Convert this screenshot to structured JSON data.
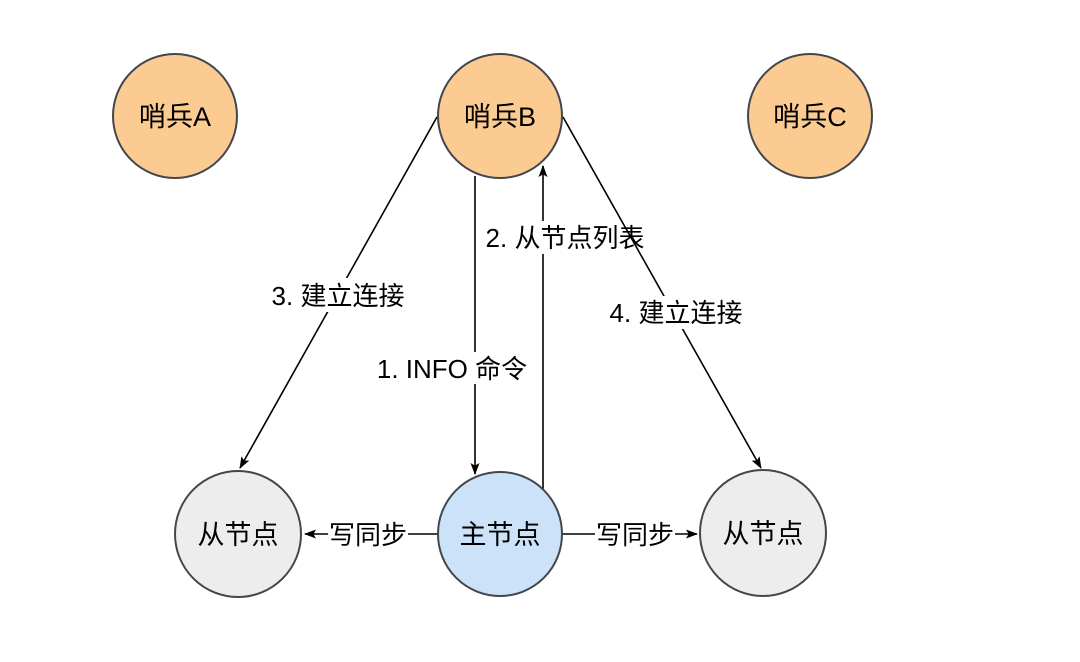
{
  "diagram": {
    "nodes": {
      "sentinel_a": {
        "label": "哨兵A"
      },
      "sentinel_b": {
        "label": "哨兵B"
      },
      "sentinel_c": {
        "label": "哨兵C"
      },
      "slave_left": {
        "label": "从节点"
      },
      "master": {
        "label": "主节点"
      },
      "slave_right": {
        "label": "从节点"
      }
    },
    "edges": {
      "info_command": {
        "label": "1. INFO 命令"
      },
      "slave_list": {
        "label": "2. 从节点列表"
      },
      "connect_left": {
        "label": "3. 建立连接"
      },
      "connect_right": {
        "label": "4. 建立连接"
      },
      "write_sync_left": {
        "label": "写同步"
      },
      "write_sync_right": {
        "label": "写同步"
      }
    },
    "colors": {
      "background": "#ffffff",
      "sentinel_fill": "#fccb92",
      "master_fill": "#cbe2f8",
      "slave_fill": "#ededee",
      "node_stroke": "#42474d",
      "edge_stroke": "#000000",
      "text": "#000000",
      "label_bg": "#ffffff"
    }
  }
}
